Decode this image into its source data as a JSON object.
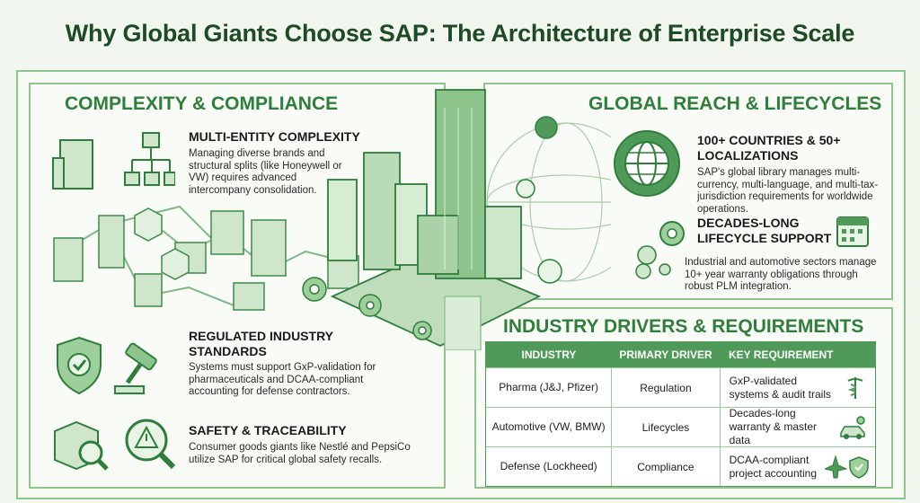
{
  "title": "Why Global Giants Choose SAP: The Architecture of Enterprise Scale",
  "left": {
    "section_title": "COMPLEXITY & COMPLIANCE",
    "items": [
      {
        "title": "MULTI-ENTITY COMPLEXITY",
        "desc": "Managing diverse brands and structural splits (like Honeywell or VW) requires advanced intercompany consolidation.",
        "icon": "building-org-chart-icon"
      },
      {
        "title": "REGULATED INDUSTRY STANDARDS",
        "desc": "Systems must support GxP-validation for pharmaceuticals and DCAA-compliant accounting for defense contractors.",
        "icon": "shield-gavel-icon"
      },
      {
        "title": "SAFETY & TRACEABILITY",
        "desc": "Consumer goods giants like Nestlé and PepsiCo utilize SAP for critical global safety recalls.",
        "icon": "box-magnifier-warning-icon"
      }
    ]
  },
  "right": {
    "section_title": "GLOBAL REACH & LIFECYCLES",
    "items": [
      {
        "title": "100+ COUNTRIES & 50+ LOCALIZATIONS",
        "desc": "SAP's global library manages multi-currency, multi-language, and multi-tax-jurisdiction requirements for worldwide operations.",
        "icon": "globe-icon"
      },
      {
        "title": "DECADES-LONG LIFECYCLE SUPPORT",
        "desc": "Industrial and automotive sectors manage 10+ year warranty obligations through robust PLM integration.",
        "icon": "gear-calendar-icon"
      }
    ]
  },
  "industry": {
    "section_title": "INDUSTRY DRIVERS & REQUIREMENTS",
    "headers": [
      "INDUSTRY",
      "PRIMARY DRIVER",
      "KEY REQUIREMENT"
    ],
    "rows": [
      {
        "industry": "Pharma (J&J, Pfizer)",
        "driver": "Regulation",
        "requirement": "GxP-validated systems & audit trails",
        "icon": "caduceus-icon"
      },
      {
        "industry": "Automotive (VW, BMW)",
        "driver": "Lifecycles",
        "requirement": "Decades-long warranty & master data",
        "icon": "car-gear-icon"
      },
      {
        "industry": "Defense (Lockheed)",
        "driver": "Compliance",
        "requirement": "DCAA-compliant project accounting",
        "icon": "jet-shield-icon"
      }
    ]
  },
  "colors": {
    "accent": "#2f7e3b",
    "header_bg": "#4f9a58",
    "frame": "#8fc490",
    "title": "#1e4a25"
  }
}
